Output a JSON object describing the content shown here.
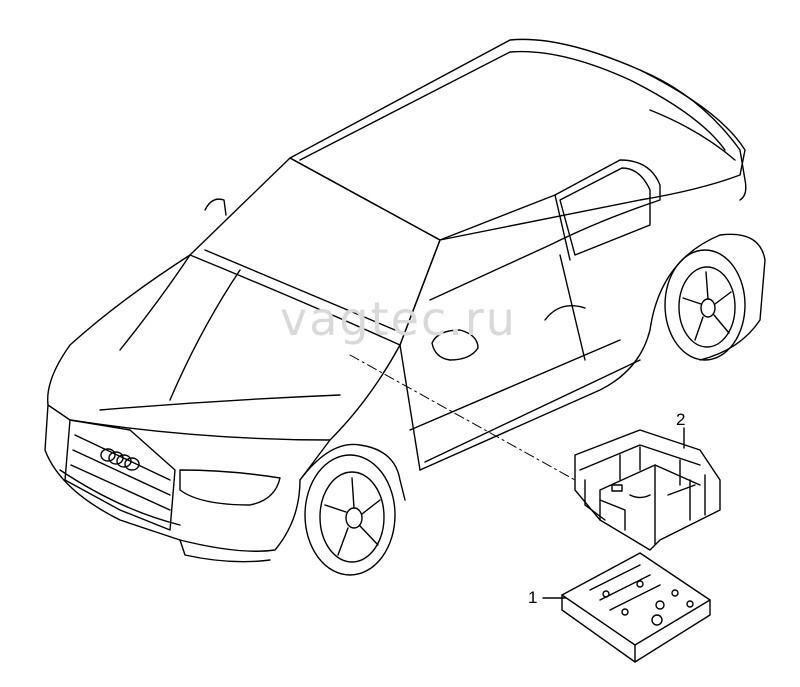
{
  "diagram": {
    "watermark": "vagtec.ru",
    "callouts": [
      {
        "id": "1",
        "label": "1"
      },
      {
        "id": "2",
        "label": "2"
      }
    ],
    "line_color": "#000000",
    "background": "#ffffff"
  }
}
